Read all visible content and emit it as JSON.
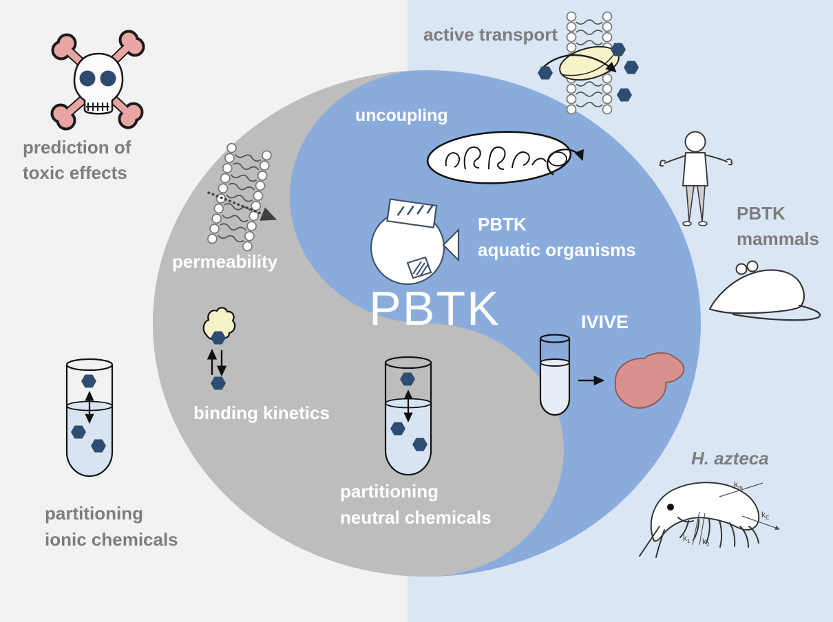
{
  "figure": {
    "center_title": "PBTK",
    "labels": {
      "prediction_line1": "prediction of",
      "prediction_line2": "toxic effects",
      "active_transport": "active transport",
      "uncoupling": "uncoupling",
      "aquatic_line1": "PBTK",
      "aquatic_line2": "aquatic organisms",
      "mammals_line1": "PBTK",
      "mammals_line2": "mammals",
      "permeability": "permeability",
      "binding_kinetics": "binding kinetics",
      "ivive": "IVIVE",
      "neutral_line1": "partitioning",
      "neutral_line2": "neutral chemicals",
      "ionic_line1": "partitioning",
      "ionic_line2": "ionic chemicals",
      "h_azteca": "H. azteca"
    },
    "rate_constants": {
      "base": "k",
      "sub_m": "m",
      "sub_E": "E",
      "sub_1": "1",
      "sub_2": "2"
    },
    "icons": {
      "prediction": "skull-crossbones-icon",
      "active_transport": "lipid-bilayer-transporter-icon",
      "uncoupling": "mitochondrion-icon",
      "aquatic": "fish-icon",
      "mammals_human": "human-figure-icon",
      "mammals_rat": "rat-icon",
      "permeability": "lipid-bilayer-icon",
      "ivive_tube": "test-tube-icon",
      "ivive_liver": "liver-icon",
      "binding_kinetics": "protein-ligand-icon",
      "partitioning_neutral": "test-tube-icon",
      "partitioning_ionic": "test-tube-icon",
      "h_azteca": "amphipod-icon",
      "chemical": "hexagon-chemical-icon"
    },
    "colors": {
      "yin_blue": "#8aacdc",
      "yin_gray": "#bdbdbd",
      "bg_left": "#f2f2f2",
      "bg_right": "#dbe6f4",
      "label_gray": "#7d7d7d",
      "label_white": "#ffffff",
      "chemical_navy": "#2e4d72",
      "protein_yellow": "#f6f3c9",
      "liver_pink": "#d9918e",
      "bone_pink": "#e8a5a3",
      "tube_liquid": "#d9e4f3"
    }
  }
}
